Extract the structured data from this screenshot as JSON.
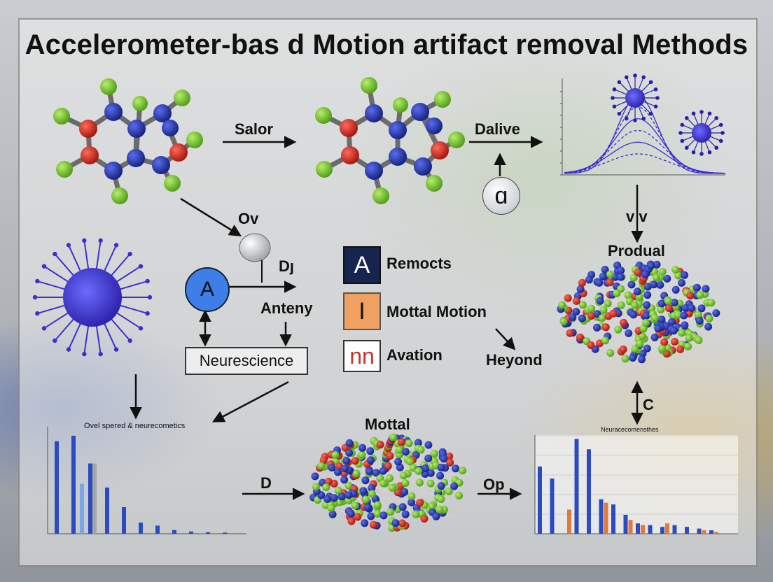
{
  "title": "Accelerometer-bas d Motion artifact removal Methods",
  "labels": {
    "salor": "Salor",
    "dalive": "Dalive",
    "ov": "Ov",
    "dj": "Dȷ",
    "anteny": "Anteny",
    "neurescience": "Neurescience",
    "vv": "v v",
    "produal": "Produal",
    "heyond": "Heyond",
    "c": "C",
    "mottal": "Mottal",
    "d": "D",
    "op": "Op",
    "alpha": "ɑ",
    "circle_a": "A"
  },
  "legend": [
    {
      "glyph": "A",
      "label": "Remocts",
      "fill": "#16254f",
      "glyph_color": "#ffffff"
    },
    {
      "glyph": "I",
      "label": "Mottal Motion",
      "fill": "#f0a060",
      "glyph_color": "#111111"
    },
    {
      "glyph": "nn",
      "label": "Avation",
      "fill": "#ffffff",
      "glyph_color": "#c0392b"
    }
  ],
  "chart_left_caption": "Ovel spered & neurecometics",
  "chart_right_caption": "Neuracecomensthes",
  "colors": {
    "blue": "#2b4cc0",
    "light_blue": "#7aa7e8",
    "grey": "#a6a6a6",
    "orange": "#e07a3a",
    "purple": "#5a48d8",
    "red": "#d0261d",
    "green": "#7ccc2a",
    "navy": "#1a237e"
  },
  "chart_data": [
    {
      "type": "bar",
      "title": "Ovel spered & neurecometics",
      "series": [
        {
          "values": [
            250,
            265,
            190,
            125,
            72,
            30,
            22,
            10,
            6,
            4,
            3
          ]
        },
        {
          "values": [
            0,
            0,
            190,
            0,
            0,
            0,
            0,
            0,
            0,
            0,
            0
          ]
        },
        {
          "values": [
            0,
            135,
            0,
            0,
            0,
            0,
            0,
            0,
            0,
            0,
            0
          ]
        }
      ]
    },
    {
      "type": "bar",
      "title": "Neuracecomensthes",
      "series": [
        {
          "values": [
            195,
            160,
            0,
            275,
            245,
            100,
            85,
            55,
            30,
            25,
            20,
            25,
            20,
            15,
            10
          ]
        },
        {
          "values": [
            0,
            0,
            70,
            0,
            0,
            90,
            0,
            40,
            25,
            0,
            30,
            0,
            0,
            10,
            5
          ]
        }
      ]
    },
    {
      "type": "line",
      "ylim": [
        0,
        160
      ]
    }
  ]
}
